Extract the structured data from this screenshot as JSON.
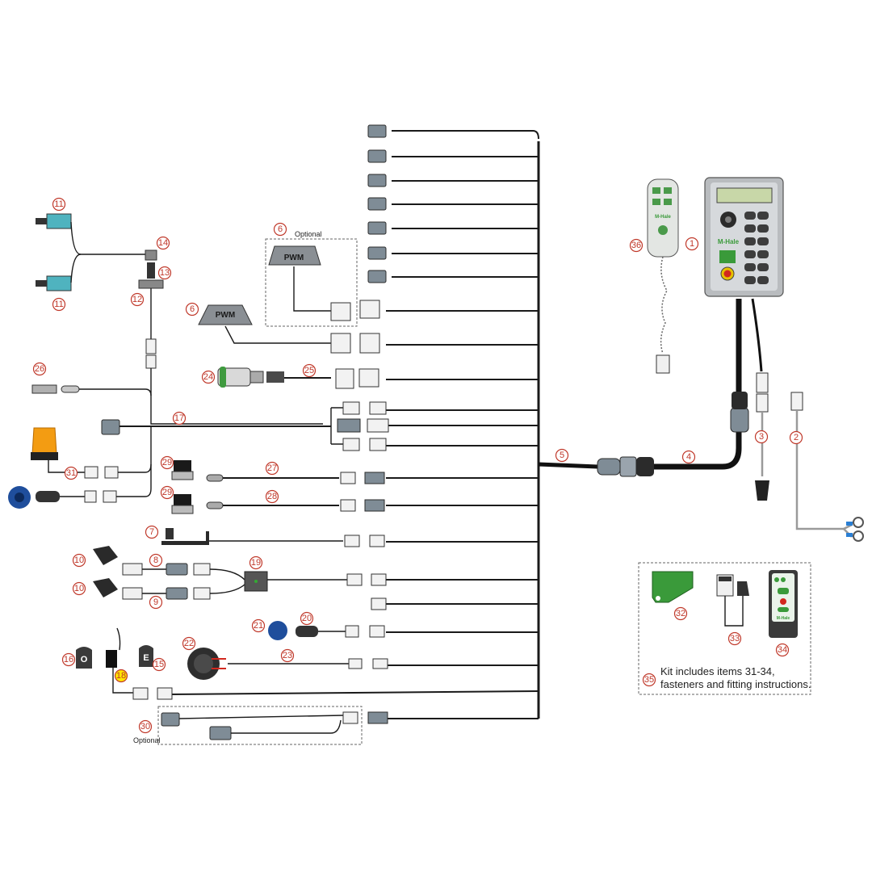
{
  "callouts": {
    "c1": "1",
    "c2": "2",
    "c3": "3",
    "c4": "4",
    "c5": "5",
    "c6a": "6",
    "c6b": "6",
    "c7": "7",
    "c8": "8",
    "c9": "9",
    "c10a": "10",
    "c10b": "10",
    "c11a": "11",
    "c11b": "11",
    "c12": "12",
    "c13": "13",
    "c14": "14",
    "c15": "15",
    "c16": "16",
    "c17": "17",
    "c18": "18",
    "c19": "19",
    "c20": "20",
    "c21": "21",
    "c22": "22",
    "c23": "23",
    "c24": "24",
    "c25": "25",
    "c26": "26",
    "c27": "27",
    "c28": "28",
    "c29a": "29",
    "c29b": "29",
    "c30": "30",
    "c31": "31",
    "c32": "32",
    "c33": "33",
    "c34": "34",
    "c35": "35",
    "c36": "36"
  },
  "labels": {
    "optional_top": "Optional",
    "optional_bottom": "Optional",
    "pwm_a": "PWM",
    "pwm_b": "PWM",
    "kit_line1": "Kit includes items 31-34,",
    "kit_line2": "fasteners and fitting instructions.",
    "brand_console": "M-Hale",
    "brand_handset": "M-Hale",
    "brand_remote": "M-Hale",
    "key_o": "O",
    "key_e": "E"
  },
  "colors": {
    "callout_stroke": "#c0392b",
    "highlight": "#ffe600",
    "brand_green": "#3a9a3a",
    "beacon_orange": "#f39c12",
    "sensor_teal": "#4fb3bf",
    "cap_blue": "#1f4e9c"
  }
}
